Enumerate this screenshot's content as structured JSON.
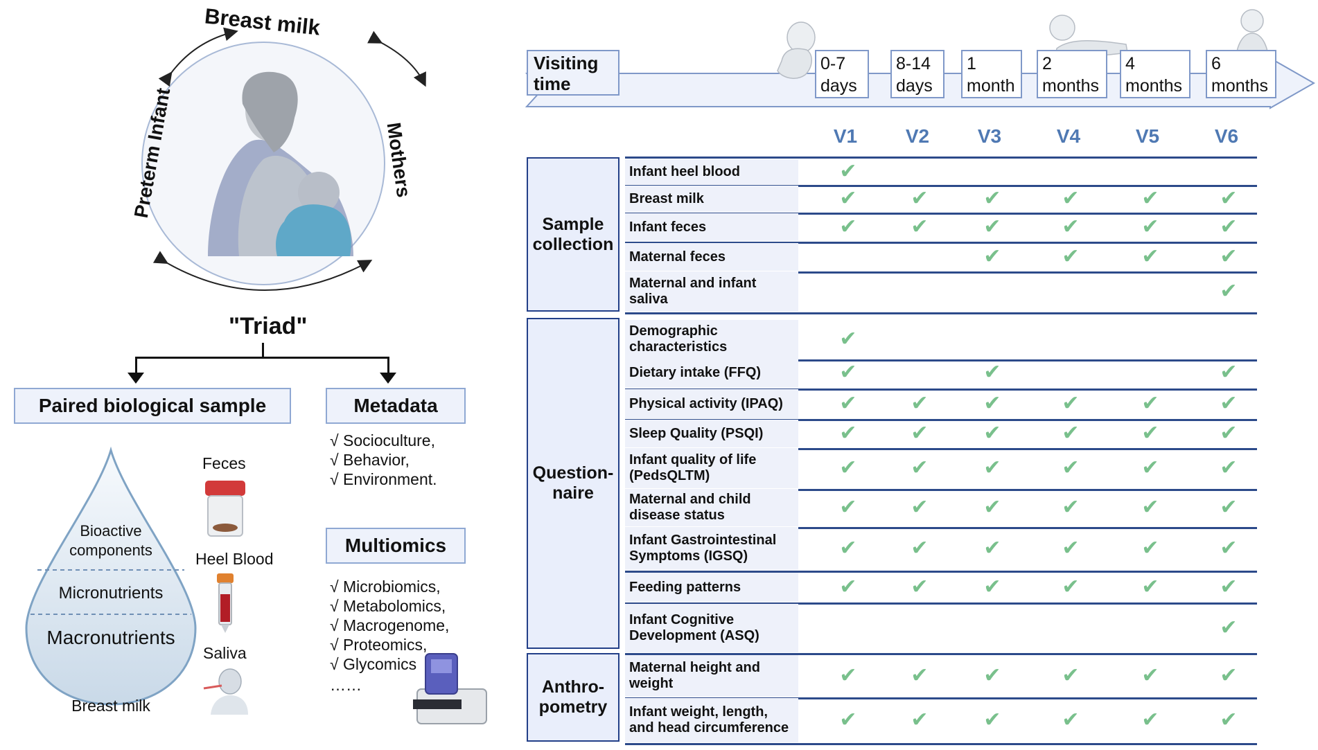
{
  "triad": {
    "label_top": "Breast milk",
    "label_left": "Preterm Infant",
    "label_right": "Mothers",
    "caption": "\"Triad\""
  },
  "paired_sample": {
    "title": "Paired biological sample",
    "drop_layers": [
      "Bioactive components",
      "Micronutrients",
      "Macronutrients"
    ],
    "drop_caption": "Breast milk",
    "feces_label": "Feces",
    "heel_label": "Heel Blood",
    "saliva_label": "Saliva"
  },
  "metadata": {
    "title": "Metadata",
    "items": [
      "√ Socioculture,",
      "√ Behavior,",
      "√ Environment."
    ]
  },
  "multiomics": {
    "title": "Multiomics",
    "items": [
      "√ Microbiomics,",
      "√ Metabolomics,",
      "√ Macrogenome,",
      "√ Proteomics,",
      "√ Glycomics",
      "……"
    ]
  },
  "timeline": {
    "title_line1": "Visiting",
    "title_line2": "time",
    "visits": [
      {
        "line1": "0-7",
        "line2": "days"
      },
      {
        "line1": "8-14",
        "line2": "days"
      },
      {
        "line1": "1",
        "line2": "month"
      },
      {
        "line1": "2",
        "line2": "months"
      },
      {
        "line1": "4",
        "line2": "months"
      },
      {
        "line1": "6",
        "line2": "months"
      }
    ],
    "visit_codes": [
      "V1",
      "V2",
      "V3",
      "V4",
      "V5",
      "V6"
    ]
  },
  "groups": [
    {
      "name_line1": "Sample",
      "name_line2": "collection"
    },
    {
      "name_line1": "Question-",
      "name_line2": "naire"
    },
    {
      "name_line1": "Anthro-",
      "name_line2": "pometry"
    }
  ],
  "rows": [
    {
      "label_line1": "Infant heel blood",
      "label_line2": "",
      "visits": [
        true,
        false,
        false,
        false,
        false,
        false
      ]
    },
    {
      "label_line1": "Breast milk",
      "label_line2": "",
      "visits": [
        true,
        true,
        true,
        true,
        true,
        true
      ]
    },
    {
      "label_line1": "Infant feces",
      "label_line2": "",
      "visits": [
        true,
        true,
        true,
        true,
        true,
        true
      ]
    },
    {
      "label_line1": "Maternal feces",
      "label_line2": "",
      "visits": [
        false,
        false,
        true,
        true,
        true,
        true
      ]
    },
    {
      "label_line1": "Maternal and infant",
      "label_line2": "saliva",
      "visits": [
        false,
        false,
        false,
        false,
        false,
        true
      ]
    },
    {
      "label_line1": "Demographic",
      "label_line2": "characteristics",
      "visits": [
        true,
        false,
        false,
        false,
        false,
        false
      ]
    },
    {
      "label_line1": "Dietary intake  (FFQ)",
      "label_line2": "",
      "visits": [
        true,
        false,
        true,
        false,
        false,
        true
      ]
    },
    {
      "label_line1": "Physical activity (IPAQ)",
      "label_line2": "",
      "visits": [
        true,
        true,
        true,
        true,
        true,
        true
      ]
    },
    {
      "label_line1": "Sleep Quality (PSQI)",
      "label_line2": "",
      "visits": [
        true,
        true,
        true,
        true,
        true,
        true
      ]
    },
    {
      "label_line1": "Infant quality of life",
      "label_line2": "(PedsQLTM)",
      "visits": [
        true,
        true,
        true,
        true,
        true,
        true
      ]
    },
    {
      "label_line1": "Maternal and child",
      "label_line2": "disease status",
      "visits": [
        true,
        true,
        true,
        true,
        true,
        true
      ]
    },
    {
      "label_line1": "Infant Gastrointestinal",
      "label_line2": "Symptoms (IGSQ)",
      "visits": [
        true,
        true,
        true,
        true,
        true,
        true
      ]
    },
    {
      "label_line1": "Feeding patterns",
      "label_line2": "",
      "visits": [
        true,
        true,
        true,
        true,
        true,
        true
      ]
    },
    {
      "label_line1": "Infant Cognitive",
      "label_line2": "Development (ASQ)",
      "visits": [
        false,
        false,
        false,
        false,
        false,
        true
      ]
    },
    {
      "label_line1": "Maternal height and",
      "label_line2": "weight",
      "visits": [
        true,
        true,
        true,
        true,
        true,
        true
      ]
    },
    {
      "label_line1": "Infant weight, length,",
      "label_line2": "and head circumference",
      "visits": [
        true,
        true,
        true,
        true,
        true,
        true
      ]
    }
  ],
  "colors": {
    "check": "#79c08c",
    "visit_code": "#4f79b3",
    "group_border": "#223f88",
    "row_line": "#2c4a8a",
    "box_border": "#8fa8d3"
  }
}
